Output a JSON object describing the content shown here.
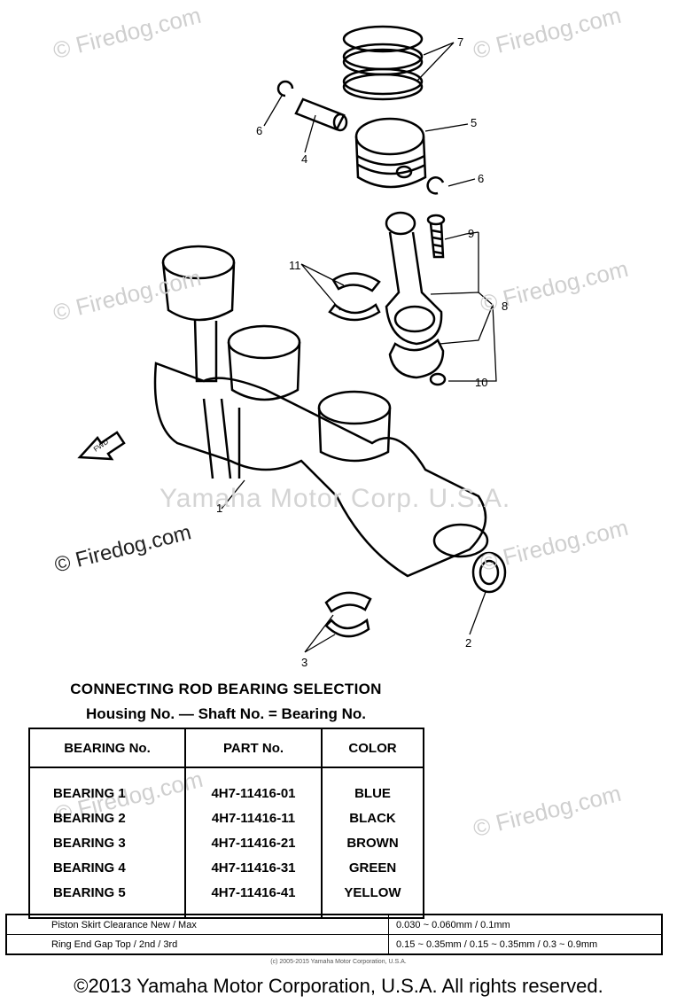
{
  "watermarks": {
    "firedog": "© Firedog.com",
    "yamaha": "Yamaha Motor Corp. U.S.A."
  },
  "callouts": [
    "1",
    "2",
    "3",
    "4",
    "5",
    "6",
    "6",
    "7",
    "8",
    "9",
    "10",
    "11"
  ],
  "selection": {
    "title": "CONNECTING ROD BEARING SELECTION",
    "subtitle": "Housing No. — Shaft No. = Bearing No.",
    "headers": [
      "BEARING No.",
      "PART No.",
      "COLOR"
    ],
    "rows": [
      [
        "BEARING 1",
        "4H7-11416-01",
        "BLUE"
      ],
      [
        "BEARING 2",
        "4H7-11416-11",
        "BLACK"
      ],
      [
        "BEARING 3",
        "4H7-11416-21",
        "BROWN"
      ],
      [
        "BEARING 4",
        "4H7-11416-31",
        "GREEN"
      ],
      [
        "BEARING 5",
        "4H7-11416-41",
        "YELLOW"
      ]
    ]
  },
  "specs": [
    {
      "label": "Piston Skirt Clearance New / Max",
      "value": "0.030 ~ 0.060mm / 0.1mm"
    },
    {
      "label": "Ring End Gap Top / 2nd / 3rd",
      "value": "0.15 ~ 0.35mm / 0.15 ~ 0.35mm / 0.3 ~ 0.9mm"
    }
  ],
  "small_copyright": "(c) 2005-2015 Yamaha Motor Corporation, U.S.A.",
  "footer": "©2013 Yamaha Motor Corporation, U.S.A. All rights reserved."
}
